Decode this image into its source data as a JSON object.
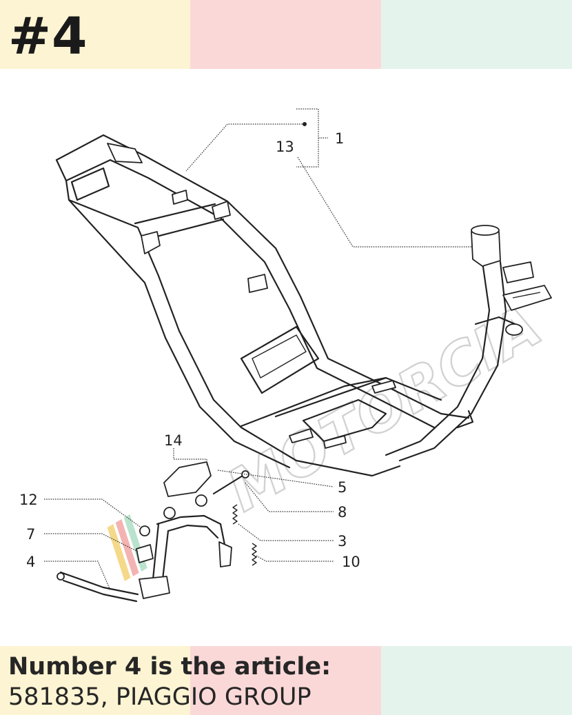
{
  "header": {
    "page_number": "#4"
  },
  "diagram": {
    "watermark": "MOTORCIA",
    "callouts": [
      {
        "id": "c1",
        "label": "1"
      },
      {
        "id": "c13",
        "label": "13"
      },
      {
        "id": "c14",
        "label": "14"
      },
      {
        "id": "c5",
        "label": "5"
      },
      {
        "id": "c8",
        "label": "8"
      },
      {
        "id": "c12",
        "label": "12"
      },
      {
        "id": "c7",
        "label": "7"
      },
      {
        "id": "c3",
        "label": "3"
      },
      {
        "id": "c4",
        "label": "4"
      },
      {
        "id": "c10",
        "label": "10"
      }
    ]
  },
  "footer": {
    "title": "Number 4 is the article:",
    "article": "581835, PIAGGIO GROUP"
  },
  "colors": {
    "band_yellow": "#fdf4d3",
    "band_pink": "#fbd8d8",
    "band_mint": "#e4f3ec",
    "text": "#262626"
  }
}
